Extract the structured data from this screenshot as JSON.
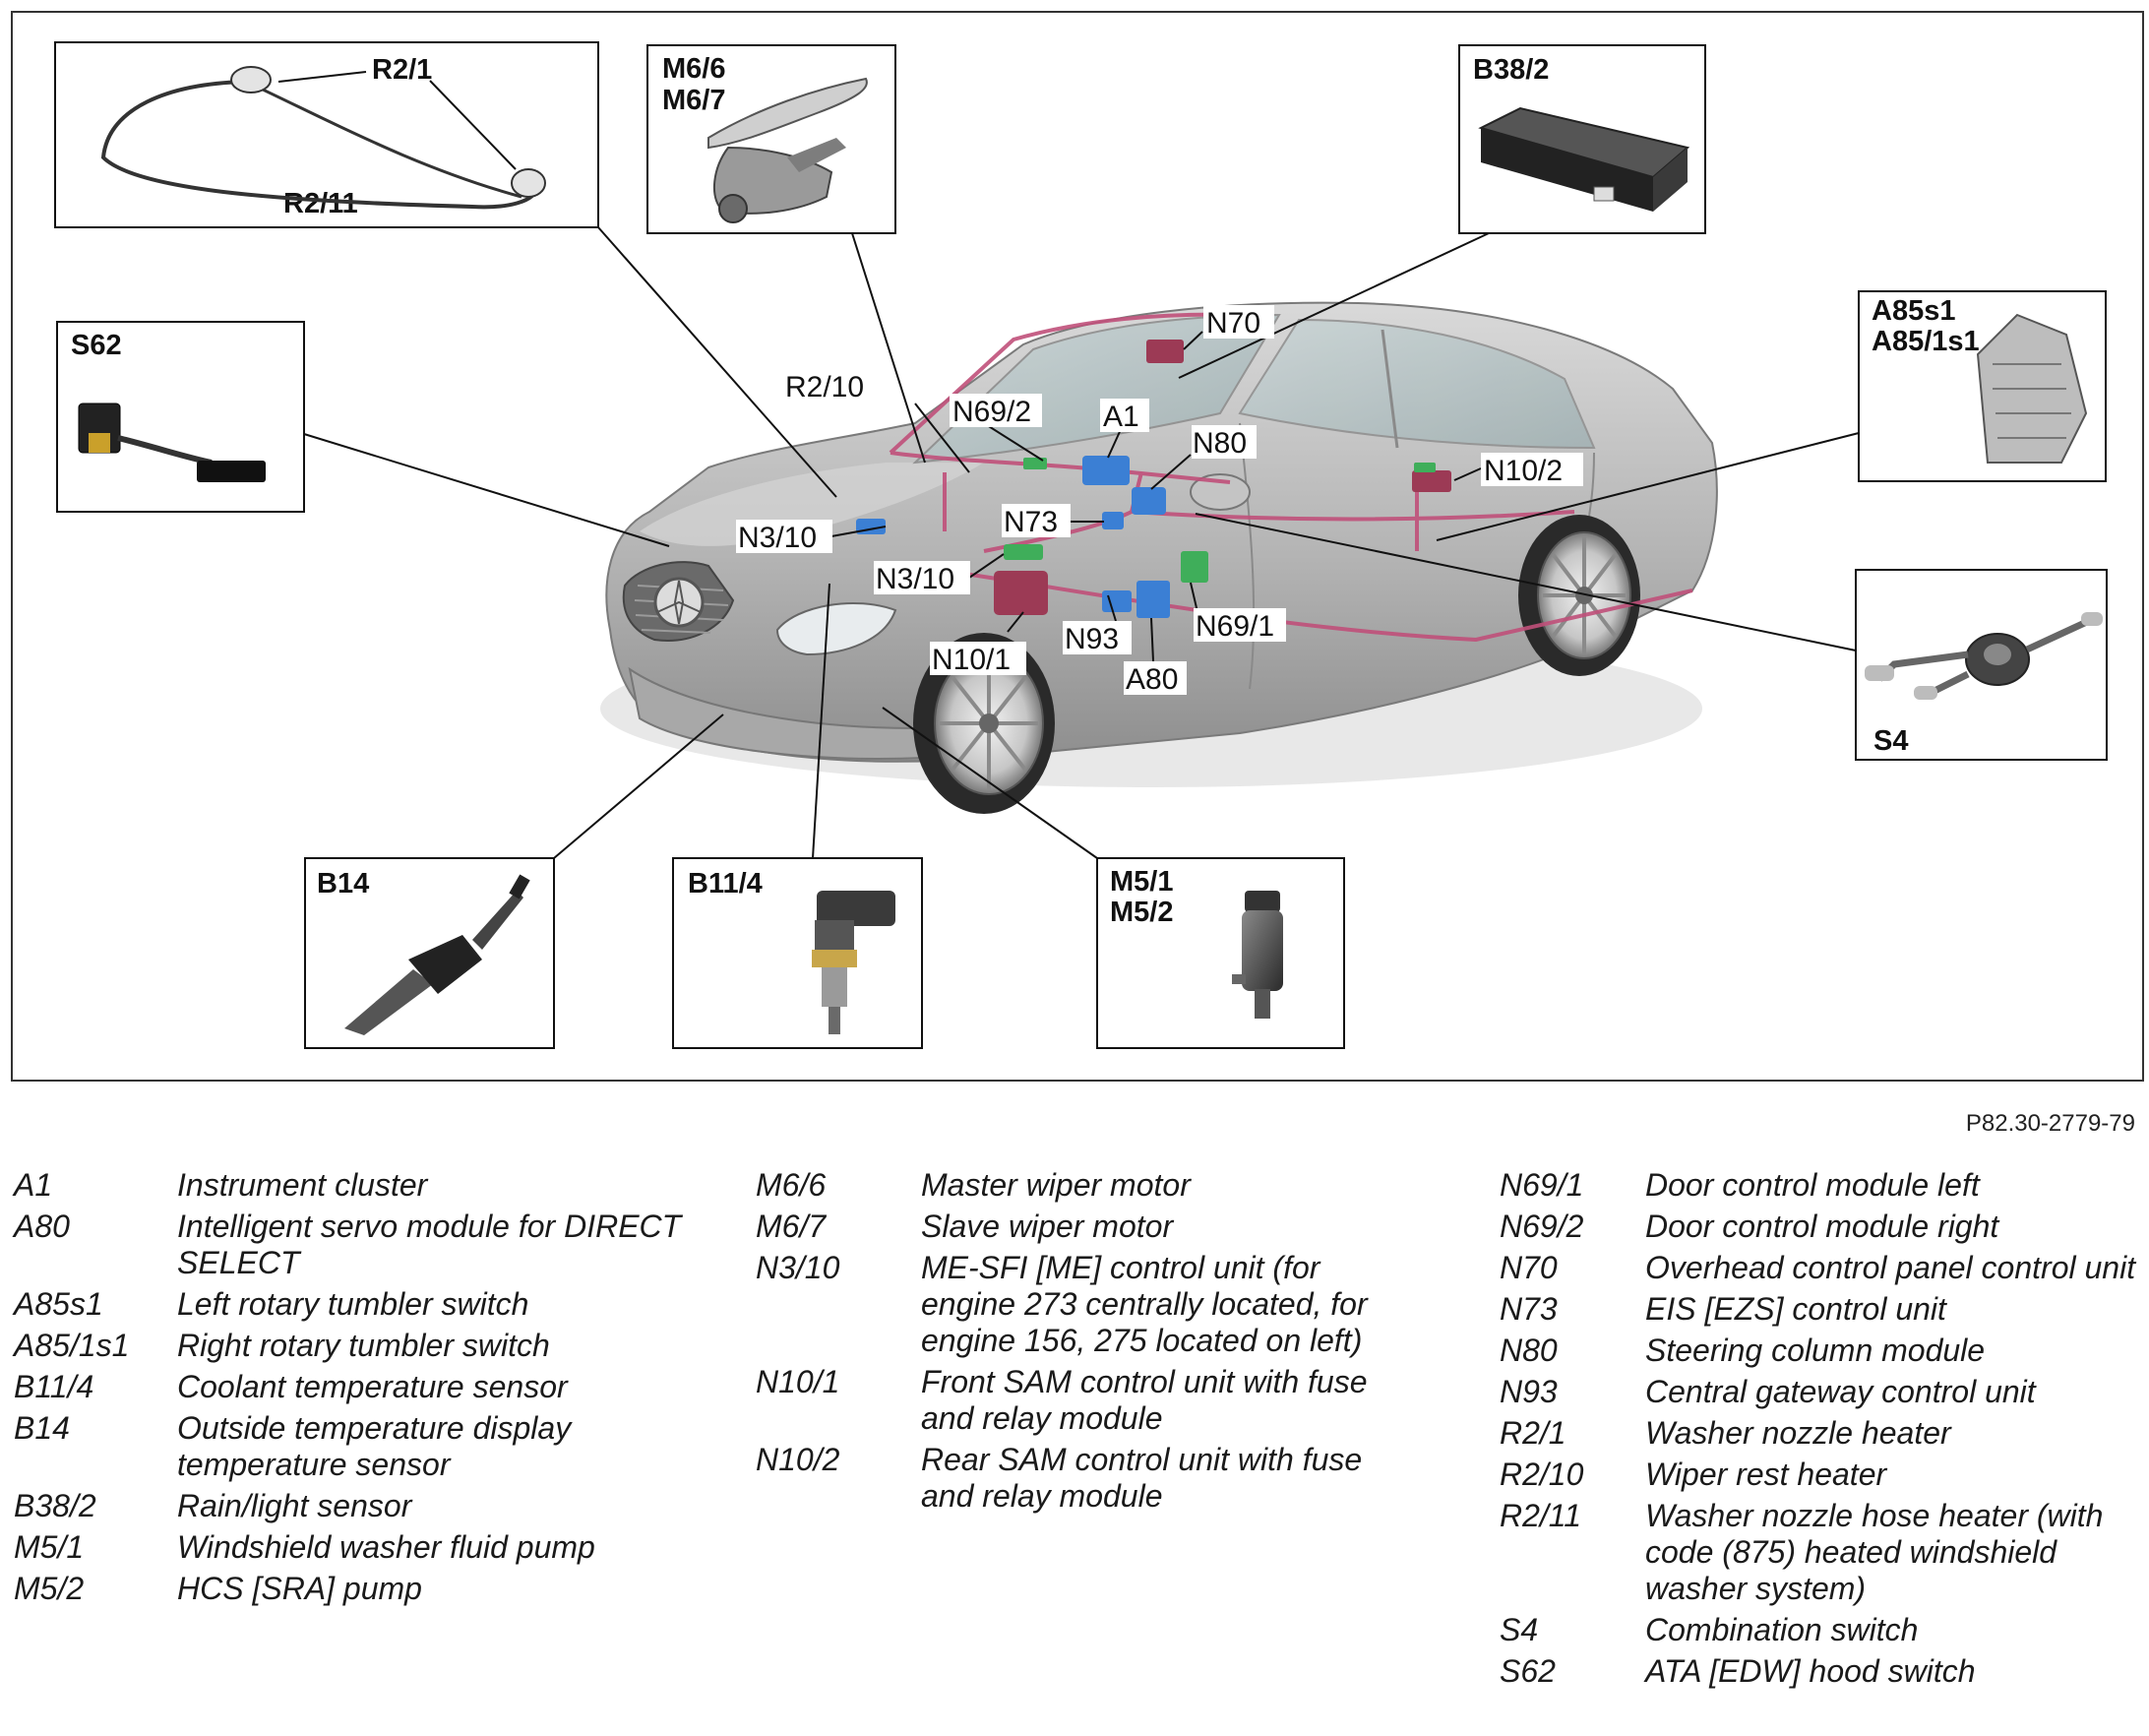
{
  "figure": {
    "id": "P82.30-2779-79",
    "insets": [
      {
        "key": "r2",
        "lines": [
          "R2/1",
          "R2/11"
        ]
      },
      {
        "key": "m6",
        "lines": [
          "M6/6",
          "M6/7"
        ]
      },
      {
        "key": "b38",
        "lines": [
          "B38/2"
        ]
      },
      {
        "key": "s62",
        "lines": [
          "S62"
        ]
      },
      {
        "key": "a85",
        "lines": [
          "A85s1",
          "A85/1s1"
        ]
      },
      {
        "key": "s4",
        "lines": [
          "S4"
        ]
      },
      {
        "key": "b14",
        "lines": [
          "B14"
        ]
      },
      {
        "key": "b114",
        "lines": [
          "B11/4"
        ]
      },
      {
        "key": "m5",
        "lines": [
          "M5/1",
          "M5/2"
        ]
      }
    ],
    "callouts": [
      "N70",
      "R2/10",
      "N69/2",
      "A1",
      "N80",
      "N10/2",
      "N73",
      "N3/10",
      "N3/10",
      "N93",
      "N69/1",
      "N10/1",
      "A80"
    ]
  },
  "legend": {
    "col1": [
      {
        "code": "A1",
        "text": "Instrument cluster"
      },
      {
        "code": "A80",
        "text": "Intelligent servo module for DIRECT SELECT"
      },
      {
        "code": "A85s1",
        "text": "Left rotary tumbler switch"
      },
      {
        "code": "A85/1s1",
        "text": "Right rotary tumbler switch"
      },
      {
        "code": "B11/4",
        "text": "Coolant temperature sensor"
      },
      {
        "code": "B14",
        "text": "Outside temperature display temperature sensor"
      },
      {
        "code": "B38/2",
        "text": "Rain/light sensor"
      },
      {
        "code": "M5/1",
        "text": "Windshield washer fluid pump"
      },
      {
        "code": "M5/2",
        "text": "HCS [SRA] pump"
      }
    ],
    "col2": [
      {
        "code": "M6/6",
        "text": "Master wiper motor"
      },
      {
        "code": "M6/7",
        "text": "Slave wiper motor"
      },
      {
        "code": "N3/10",
        "text": "ME-SFI [ME] control unit (for engine 273 centrally located, for engine 156, 275 located on left)"
      },
      {
        "code": "N10/1",
        "text": "Front SAM control unit with fuse and relay module"
      },
      {
        "code": "N10/2",
        "text": "Rear SAM control unit with fuse and relay module"
      }
    ],
    "col3": [
      {
        "code": "N69/1",
        "text": "Door control module left"
      },
      {
        "code": "N69/2",
        "text": "Door control module right"
      },
      {
        "code": "N70",
        "text": "Overhead control panel control unit"
      },
      {
        "code": "N73",
        "text": "EIS [EZS] control unit"
      },
      {
        "code": "N80",
        "text": "Steering column module"
      },
      {
        "code": "N93",
        "text": "Central gateway control unit"
      },
      {
        "code": "R2/1",
        "text": "Washer nozzle heater"
      },
      {
        "code": "R2/10",
        "text": "Wiper rest heater"
      },
      {
        "code": "R2/11",
        "text": "Washer nozzle hose heater (with code (875) heated windshield washer system)"
      },
      {
        "code": "S4",
        "text": "Combination switch"
      },
      {
        "code": "S62",
        "text": "ATA [EDW] hood switch"
      }
    ]
  },
  "colors": {
    "car_body": "#b8b8b8",
    "wiring": "#c0507a",
    "module_blue": "#3b7fd4",
    "module_green": "#3fae5a",
    "module_maroon": "#9c3a55",
    "line": "#111111"
  }
}
